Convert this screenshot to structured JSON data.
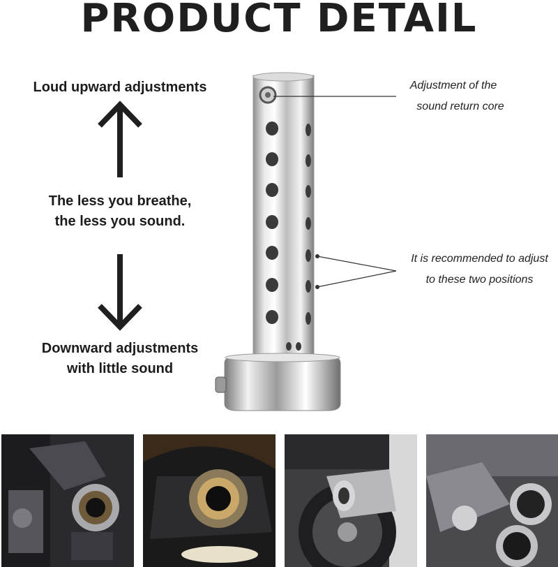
{
  "header": {
    "title": "PRODUCT DETAIL"
  },
  "left_labels": {
    "top": "Loud upward adjustments",
    "middle_line1": "The less you breathe,",
    "middle_line2": "the less you sound.",
    "bottom_line1": "Downward adjustments",
    "bottom_line2": "with little sound"
  },
  "callouts": {
    "core_line1": "Adjustment of the",
    "core_line2": "sound return core",
    "positions_line1": "It is recommended to adjust",
    "positions_line2": "to these two positions"
  },
  "icons": [
    "arrow-up-icon",
    "arrow-down-icon"
  ],
  "colors": {
    "title": "#1f1f1f",
    "text": "#1c1c1c",
    "steel": "#c9c9c9"
  }
}
